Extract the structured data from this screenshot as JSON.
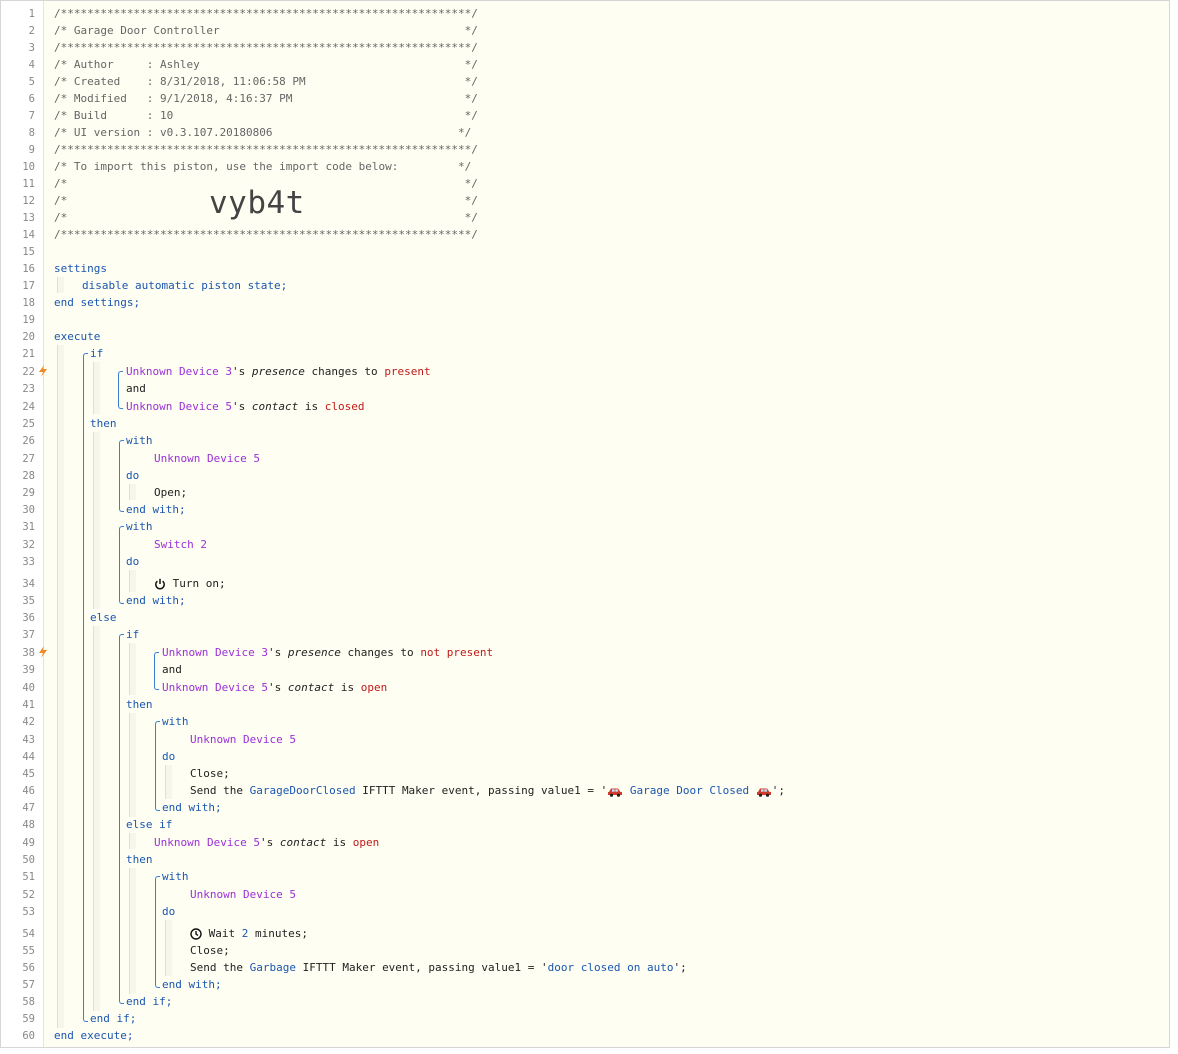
{
  "header": {
    "rule": "/**************************************************************/",
    "title": "/* Garage Door Controller                                     */",
    "author": "/* Author     : Ashley                                        */",
    "created": "/* Created    : 8/31/2018, 11:06:58 PM                        */",
    "modified": "/* Modified   : 9/1/2018, 4:16:37 PM                          */",
    "build": "/* Build      : 10                                            */",
    "ui_version": "/* UI version : v0.3.107.20180806                            */",
    "import_note": "/* To import this piston, use the import code below:         */",
    "blank": "/*                                                            */",
    "import_code": "vyb4t"
  },
  "line_numbers": [
    "1",
    "2",
    "3",
    "4",
    "5",
    "6",
    "7",
    "8",
    "9",
    "10",
    "11",
    "12",
    "13",
    "14",
    "15",
    "16",
    "17",
    "18",
    "19",
    "20",
    "21",
    "22",
    "23",
    "24",
    "25",
    "26",
    "27",
    "28",
    "29",
    "30",
    "31",
    "32",
    "33",
    "34",
    "35",
    "36",
    "37",
    "38",
    "39",
    "40",
    "41",
    "42",
    "43",
    "44",
    "45",
    "46",
    "47",
    "48",
    "49",
    "50",
    "51",
    "52",
    "53",
    "54",
    "55",
    "56",
    "57",
    "58",
    "59",
    "60"
  ],
  "kw": {
    "settings": "settings",
    "disable": "disable automatic piston state;",
    "end_settings": "end settings;",
    "execute": "execute",
    "if": "if",
    "and": "and",
    "then": "then",
    "with": "with",
    "do": "do",
    "end_with": "end with;",
    "else": "else",
    "else_if": "else if",
    "end_if": "end if;",
    "end_execute": "end execute;"
  },
  "devices": {
    "dev3": "Unknown Device 3",
    "dev5": "Unknown Device 5",
    "switch2": "Switch 2"
  },
  "text": {
    "s_presence": "'s",
    "presence": "presence",
    "changes_to": "changes to",
    "present": "present",
    "not_present": "not present",
    "contact": "contact",
    "is": "is",
    "closed": "closed",
    "open": "open",
    "open_cmd": "Open;",
    "turn_on": "Turn on;",
    "close_cmd": "Close;",
    "send_the": "Send the",
    "event1": "GarageDoorClosed",
    "maker": "IFTTT Maker event, passing value1 = '",
    "msg1": "Garage Door Closed",
    "end_quote": "';",
    "wait": "Wait",
    "wait_num": "2",
    "minutes": "minutes;",
    "event2": "Garbage",
    "maker2": "IFTTT Maker event, passing value1 = '",
    "msg2": "door closed on auto",
    "end_quote2": "';"
  },
  "colors": {
    "keyword": "#1a56b0",
    "device": "#9b30d9",
    "value": "#c01a1a",
    "trigger": "#f08a24"
  }
}
